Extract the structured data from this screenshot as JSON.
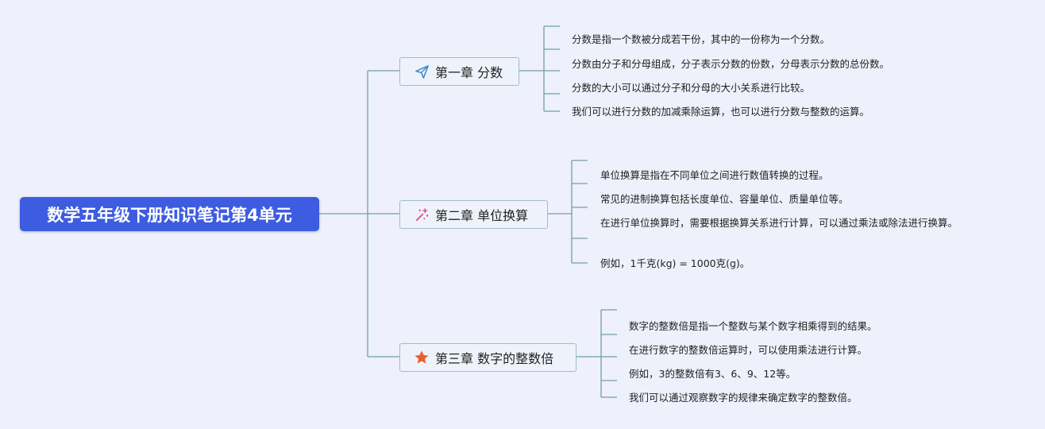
{
  "root": {
    "title": "数学五年级下册知识笔记第4单元"
  },
  "colors": {
    "root_bg": "#3d5ce0",
    "line": "#6fa1a8",
    "node_border": "#9ebdc9",
    "node_bg": "#eef3fb",
    "background": "#eef0fb"
  },
  "chapters": [
    {
      "label": "第一章 分数",
      "icon": "paper-plane-icon",
      "points": [
        "分数是指一个数被分成若干份，其中的一份称为一个分数。",
        "分数由分子和分母组成，分子表示分数的份数，分母表示分数的总份数。",
        "分数的大小可以通过分子和分母的大小关系进行比较。",
        "我们可以进行分数的加减乘除运算，也可以进行分数与整数的运算。"
      ]
    },
    {
      "label": "第二章 单位换算",
      "icon": "sparkle-wand-icon",
      "points": [
        "单位换算是指在不同单位之间进行数值转换的过程。",
        "常见的进制换算包括长度单位、容量单位、质量单位等。",
        "在进行单位换算时，需要根据换算关系进行计算，可以通过乘法或除法进行换算。",
        "例如，1千克(kg) = 1000克(g)。"
      ]
    },
    {
      "label": "第三章 数字的整数倍",
      "icon": "star-icon",
      "points": [
        "数字的整数倍是指一个整数与某个数字相乘得到的结果。",
        "在进行数字的整数倍运算时，可以使用乘法进行计算。",
        "例如，3的整数倍有3、6、9、12等。",
        "我们可以通过观察数字的规律来确定数字的整数倍。"
      ]
    }
  ]
}
